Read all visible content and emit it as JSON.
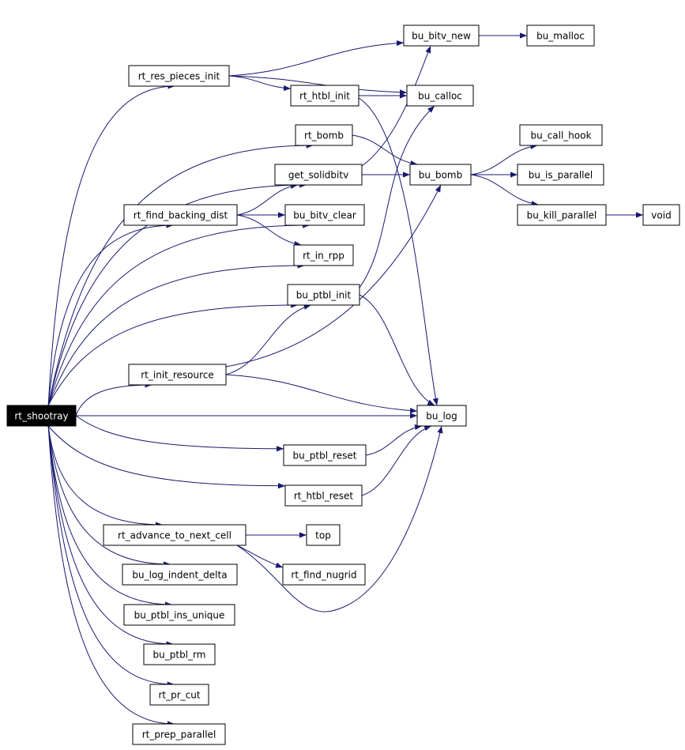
{
  "graph": {
    "edge_color": "#191970",
    "root_fill": "#000000",
    "nodes": [
      {
        "id": "rt_shootray",
        "label": "rt_shootray",
        "root": true
      },
      {
        "id": "rt_res_pieces_init",
        "label": "rt_res_pieces_init"
      },
      {
        "id": "bu_bitv_new",
        "label": "bu_bitv_new"
      },
      {
        "id": "bu_malloc",
        "label": "bu_malloc"
      },
      {
        "id": "rt_htbl_init",
        "label": "rt_htbl_init"
      },
      {
        "id": "bu_calloc",
        "label": "bu_calloc"
      },
      {
        "id": "rt_bomb",
        "label": "rt_bomb"
      },
      {
        "id": "bu_call_hook",
        "label": "bu_call_hook"
      },
      {
        "id": "get_solidbitv",
        "label": "get_solidbitv"
      },
      {
        "id": "bu_bomb",
        "label": "bu_bomb"
      },
      {
        "id": "bu_is_parallel",
        "label": "bu_is_parallel"
      },
      {
        "id": "rt_find_backing_dist",
        "label": "rt_find_backing_dist"
      },
      {
        "id": "bu_bitv_clear",
        "label": "bu_bitv_clear"
      },
      {
        "id": "bu_kill_parallel",
        "label": "bu_kill_parallel"
      },
      {
        "id": "void",
        "label": "void"
      },
      {
        "id": "rt_in_rpp",
        "label": "rt_in_rpp"
      },
      {
        "id": "bu_ptbl_init",
        "label": "bu_ptbl_init"
      },
      {
        "id": "rt_init_resource",
        "label": "rt_init_resource"
      },
      {
        "id": "bu_log",
        "label": "bu_log"
      },
      {
        "id": "bu_ptbl_reset",
        "label": "bu_ptbl_reset"
      },
      {
        "id": "rt_htbl_reset",
        "label": "rt_htbl_reset"
      },
      {
        "id": "rt_advance_to_next_cell",
        "label": "rt_advance_to_next_cell"
      },
      {
        "id": "top",
        "label": "top"
      },
      {
        "id": "bu_log_indent_delta",
        "label": "bu_log_indent_delta"
      },
      {
        "id": "rt_find_nugrid",
        "label": "rt_find_nugrid"
      },
      {
        "id": "bu_ptbl_ins_unique",
        "label": "bu_ptbl_ins_unique"
      },
      {
        "id": "bu_ptbl_rm",
        "label": "bu_ptbl_rm"
      },
      {
        "id": "rt_pr_cut",
        "label": "rt_pr_cut"
      },
      {
        "id": "rt_prep_parallel",
        "label": "rt_prep_parallel"
      }
    ],
    "edges": [
      [
        "rt_shootray",
        "rt_res_pieces_init"
      ],
      [
        "rt_shootray",
        "rt_bomb"
      ],
      [
        "rt_shootray",
        "get_solidbitv"
      ],
      [
        "rt_shootray",
        "rt_find_backing_dist"
      ],
      [
        "rt_shootray",
        "bu_bitv_clear"
      ],
      [
        "rt_shootray",
        "rt_in_rpp"
      ],
      [
        "rt_shootray",
        "bu_ptbl_init"
      ],
      [
        "rt_shootray",
        "rt_init_resource"
      ],
      [
        "rt_shootray",
        "bu_log"
      ],
      [
        "rt_shootray",
        "bu_ptbl_reset"
      ],
      [
        "rt_shootray",
        "rt_htbl_reset"
      ],
      [
        "rt_shootray",
        "rt_advance_to_next_cell"
      ],
      [
        "rt_shootray",
        "bu_log_indent_delta"
      ],
      [
        "rt_shootray",
        "bu_ptbl_ins_unique"
      ],
      [
        "rt_shootray",
        "bu_ptbl_rm"
      ],
      [
        "rt_shootray",
        "rt_pr_cut"
      ],
      [
        "rt_shootray",
        "rt_prep_parallel"
      ],
      [
        "rt_res_pieces_init",
        "bu_bitv_new"
      ],
      [
        "rt_res_pieces_init",
        "bu_calloc"
      ],
      [
        "rt_res_pieces_init",
        "rt_htbl_init"
      ],
      [
        "bu_bitv_new",
        "bu_malloc"
      ],
      [
        "rt_htbl_init",
        "bu_calloc"
      ],
      [
        "rt_htbl_init",
        "bu_log"
      ],
      [
        "rt_bomb",
        "bu_bomb"
      ],
      [
        "get_solidbitv",
        "bu_bitv_new"
      ],
      [
        "get_solidbitv",
        "bu_bomb"
      ],
      [
        "bu_bomb",
        "bu_call_hook"
      ],
      [
        "bu_bomb",
        "bu_is_parallel"
      ],
      [
        "bu_bomb",
        "bu_kill_parallel"
      ],
      [
        "bu_kill_parallel",
        "void"
      ],
      [
        "rt_find_backing_dist",
        "get_solidbitv"
      ],
      [
        "rt_find_backing_dist",
        "bu_bitv_clear"
      ],
      [
        "rt_find_backing_dist",
        "rt_in_rpp"
      ],
      [
        "bu_ptbl_init",
        "bu_calloc"
      ],
      [
        "bu_ptbl_init",
        "bu_log"
      ],
      [
        "rt_init_resource",
        "bu_ptbl_init"
      ],
      [
        "rt_init_resource",
        "bu_bomb"
      ],
      [
        "rt_init_resource",
        "bu_log"
      ],
      [
        "bu_ptbl_reset",
        "bu_log"
      ],
      [
        "rt_htbl_reset",
        "bu_log"
      ],
      [
        "rt_advance_to_next_cell",
        "top"
      ],
      [
        "rt_advance_to_next_cell",
        "rt_find_nugrid"
      ],
      [
        "rt_advance_to_next_cell",
        "bu_log"
      ]
    ]
  }
}
